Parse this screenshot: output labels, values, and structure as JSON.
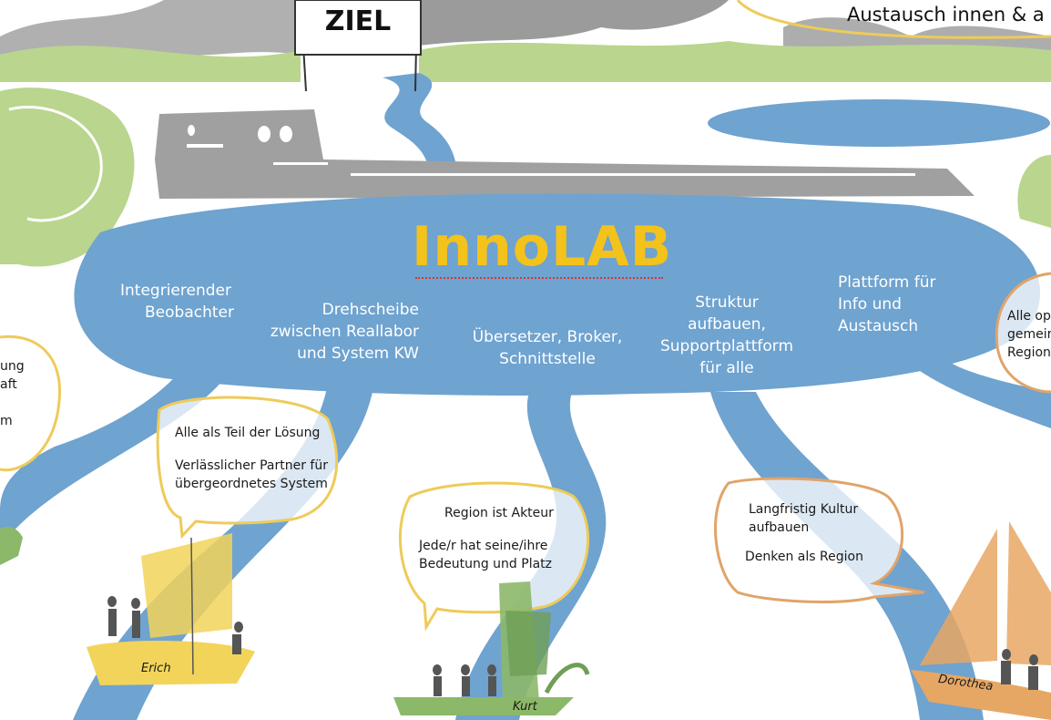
{
  "title": "InnoLAB",
  "goal_flag": "ZIEL",
  "top_banner": "Austausch innen & a",
  "lake_labels": {
    "observer": [
      "Integrierender",
      "Beobachter"
    ],
    "hub": [
      "Drehscheibe",
      "zwischen Reallabor",
      "und System KW"
    ],
    "translator": [
      "Übersetzer, Broker,",
      "Schnittstelle"
    ],
    "structure": [
      "Struktur",
      "aufbauen,",
      "Supportplattform",
      "für alle"
    ],
    "platform": [
      "Plattform für",
      "Info und",
      "Austausch"
    ]
  },
  "bubbles": {
    "left_cut": [
      "ung",
      "aft",
      "",
      "m"
    ],
    "erich": [
      "Alle als Teil der Lösung",
      "",
      "Verlässlicher Partner für",
      "übergeordnetes System"
    ],
    "kurt": [
      "Region ist Akteur",
      "",
      "Jede/r hat seine/ihre",
      "Bedeutung und Platz"
    ],
    "dorothea": [
      "Langfristig Kultur",
      "aufbauen",
      "",
      "Denken als Region"
    ],
    "right_cut": [
      "Alle op",
      "gemeir",
      "Region"
    ]
  },
  "boat_names": {
    "erich": "Erich",
    "kurt": "Kurt",
    "dorothea": "Dorothea"
  },
  "colors": {
    "water": "#6fa3d0",
    "water_dark": "#5a90c2",
    "title": "#f3c21b",
    "meadow": "#b9d58e",
    "mountains": "#8e8e8e",
    "bubble_yellow": "#eecb5a",
    "bubble_orange": "#e0a46a",
    "boat_yellow": "#f2d45a",
    "boat_green": "#8cb86a",
    "boat_orange": "#e7a764"
  }
}
